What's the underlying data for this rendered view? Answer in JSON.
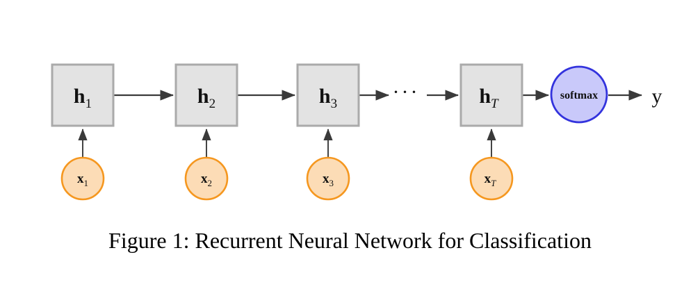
{
  "figure": {
    "caption": "Figure 1: Recurrent Neural Network for Classification",
    "background_color": "#ffffff"
  },
  "colors": {
    "box_fill": "#e3e3e3",
    "box_stroke": "#aaaaaa",
    "input_fill": "#fcdcb6",
    "input_stroke": "#f5971f",
    "softmax_fill": "#c9c9fa",
    "softmax_stroke": "#3333dd",
    "arrow": "#3a3a3a",
    "text": "#111111"
  },
  "diagram": {
    "type": "recurrent-neural-network",
    "hidden_states": [
      {
        "id": "h1",
        "base": "h",
        "subscript": "1",
        "subscript_italic": false
      },
      {
        "id": "h2",
        "base": "h",
        "subscript": "2",
        "subscript_italic": false
      },
      {
        "id": "h3",
        "base": "h",
        "subscript": "3",
        "subscript_italic": false
      },
      {
        "id": "hT",
        "base": "h",
        "subscript": "T",
        "subscript_italic": true
      }
    ],
    "inputs": [
      {
        "id": "x1",
        "base": "x",
        "subscript": "1",
        "subscript_italic": false
      },
      {
        "id": "x2",
        "base": "x",
        "subscript": "2",
        "subscript_italic": false
      },
      {
        "id": "x3",
        "base": "x",
        "subscript": "3",
        "subscript_italic": false
      },
      {
        "id": "xT",
        "base": "x",
        "subscript": "T",
        "subscript_italic": true
      }
    ],
    "ellipsis": "···",
    "softmax_label": "softmax",
    "output_label": "y"
  }
}
